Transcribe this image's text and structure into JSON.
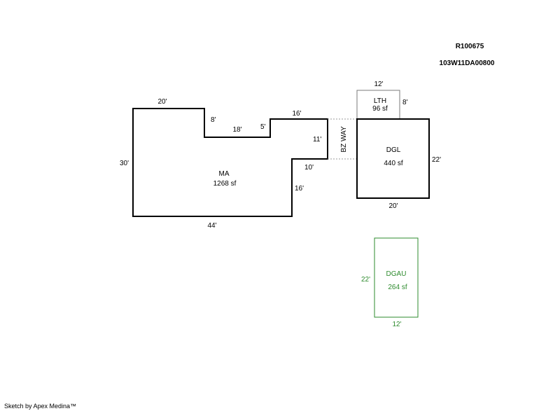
{
  "header": {
    "parcel_id": "R100675",
    "account_id": "103W11DA00800"
  },
  "areas": {
    "ma": {
      "code": "MA",
      "area": "1268 sf"
    },
    "lth": {
      "code": "LTH",
      "area": "96 sf"
    },
    "dgl": {
      "code": "DGL",
      "area": "440 sf"
    },
    "dgau": {
      "code": "DGAU",
      "area": "264 sf"
    },
    "breezeway": {
      "code": "BZ WAY"
    }
  },
  "dimensions": {
    "ma": {
      "top": "20'",
      "notch_depth": "8'",
      "notch_bottom": "18'",
      "step": "5'",
      "upper_right": "16'",
      "right_short": "11'",
      "inset": "10'",
      "right_lower": "16'",
      "left": "30'",
      "bottom": "44'"
    },
    "lth": {
      "top": "12'",
      "side": "8'"
    },
    "dgl": {
      "side": "22'",
      "bottom": "20'"
    },
    "dgau": {
      "side": "22'",
      "bottom": "12'"
    }
  },
  "colors": {
    "outline": "#000000",
    "detached": "#2e8b2e",
    "breezeway": "#9a9a9a",
    "lean_to": "#7a7a7a"
  },
  "footer": {
    "credit": "Sketch by Apex Medina™"
  }
}
